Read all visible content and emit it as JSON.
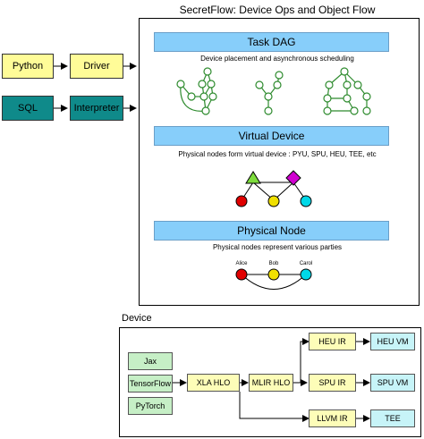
{
  "colors": {
    "yellow_box": "#fffc98",
    "teal_box": "#0f8a8a",
    "band_blue": "#87cefa",
    "node_green": "#7ddc3c",
    "red": "#e00000",
    "yellow_node": "#f0e000",
    "cyan": "#00d8e8",
    "magenta": "#d000d0",
    "device_green": "#c6efc6",
    "device_yellow": "#fdfdb8",
    "device_cyan": "#c7f4f8"
  },
  "frontends": {
    "python": "Python",
    "driver": "Driver",
    "sql": "SQL",
    "interpreter": "Interpreter"
  },
  "main": {
    "title": "SecretFlow: Device Ops and Object Flow",
    "task_dag": {
      "label": "Task DAG",
      "caption": "Device placement and asynchronous scheduling"
    },
    "virtual_device": {
      "label": "Virtual Device",
      "caption": "Physical nodes form virtual device : PYU, SPU, HEU, TEE, etc"
    },
    "physical_node": {
      "label": "Physical Node",
      "caption": "Physical nodes represent various parties",
      "parties": [
        "Alice",
        "Bob",
        "Carol"
      ]
    }
  },
  "device": {
    "title": "Device",
    "frameworks": [
      "Jax",
      "TensorFlow",
      "PyTorch"
    ],
    "xla": "XLA HLO",
    "mlir": "MLIR HLO",
    "heu_ir": "HEU IR",
    "spu_ir": "SPU IR",
    "llvm_ir": "LLVM IR",
    "heu_vm": "HEU VM",
    "spu_vm": "SPU VM",
    "tee": "TEE"
  }
}
